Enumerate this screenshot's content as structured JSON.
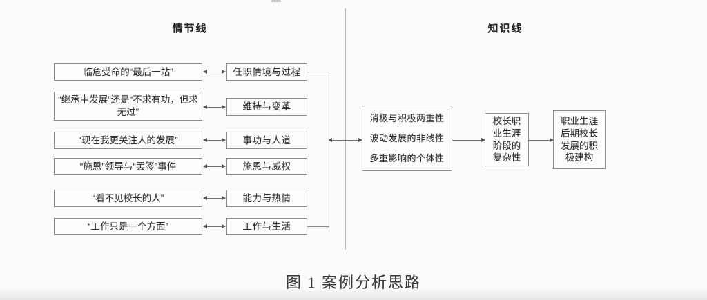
{
  "figure": {
    "left_header": "情节线",
    "right_header": "知识线",
    "caption": "图 1  案例分析思路"
  },
  "plot_line": {
    "rows": [
      {
        "event": "临危受命的“最后一站”",
        "theme": "任职情境与过程"
      },
      {
        "event": "“继承中发展”还是“不求有功，但求无过”",
        "theme": "维持与变革"
      },
      {
        "event": "“现在我更关注人的发展”",
        "theme": "事功与人道"
      },
      {
        "event": "“施恩”领导与“罢签”事件",
        "theme": "施恩与威权"
      },
      {
        "event": "“看不见校长的人”",
        "theme": "能力与热情"
      },
      {
        "event": "“工作只是一个方面”",
        "theme": "工作与生活"
      }
    ]
  },
  "knowledge_line": {
    "summary_box": {
      "lines": [
        "消极与积极两重性",
        "波动发展的非线性",
        "多重影响的个体性"
      ]
    },
    "stage_box": {
      "full_text": "校长职业生涯阶段的复杂性",
      "lines": [
        "校长职",
        "业生涯",
        "阶段的",
        "复杂性"
      ]
    },
    "outcome_box": {
      "full_text": "职业生涯后期校长发展的积极建构",
      "lines": [
        "职业生涯",
        "后期校长",
        "发展的积",
        "极建构"
      ]
    }
  },
  "colors": {
    "background": "#fbfbfb",
    "box_border": "#8c8c8c",
    "text": "#2f2f2f",
    "connector": "#6d6d6d",
    "divider": "#b5b5b5"
  }
}
